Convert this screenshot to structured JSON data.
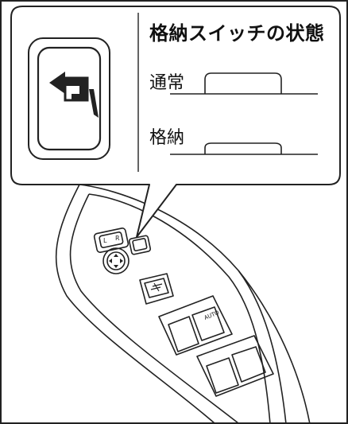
{
  "callout": {
    "title": "格納スイッチの状態",
    "state_normal_label": "通常",
    "state_stowed_label": "格納"
  },
  "panel": {
    "lr_switch_labels": [
      "L",
      "R"
    ],
    "auto_label": "AUTO"
  }
}
